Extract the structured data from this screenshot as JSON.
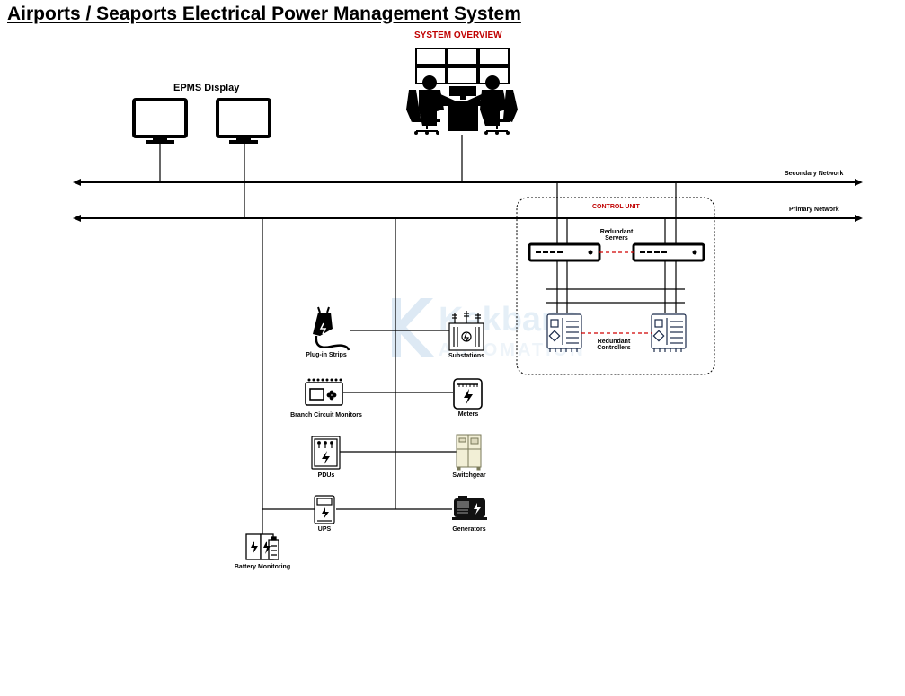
{
  "title": "Airports / Seaports Electrical Power Management System",
  "system_overview": "SYSTEM OVERVIEW",
  "epms_display": "EPMS Display",
  "networks": {
    "secondary": "Secondary Network",
    "primary": "Primary Network"
  },
  "control_unit": {
    "title": "CONTROL UNIT",
    "servers_label_line1": "Redundant",
    "servers_label_line2": "Servers",
    "controllers_label_line1": "Redundant",
    "controllers_label_line2": "Controllers"
  },
  "devices": {
    "plug_in_strips": "Plug-in Strips",
    "substations": "Substations",
    "branch_circuit_monitors": "Branch Circuit Monitors",
    "meters": "Meters",
    "pdus": "PDUs",
    "switchgear": "Switchgear",
    "ups": "UPS",
    "generators": "Generators",
    "battery_monitoring": "Battery Monitoring"
  },
  "watermark": {
    "line1": "Kakbana",
    "line2": "AUTOMATION"
  },
  "colors": {
    "line": "#000000",
    "accent_red": "#c00000",
    "dash_red": "#d00000",
    "watermark": "#c9dced"
  }
}
